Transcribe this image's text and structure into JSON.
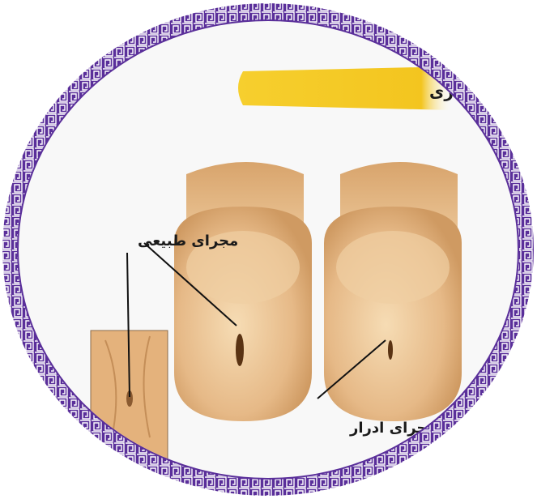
{
  "banner": {
    "text": "ری از تنگی مجاری ادراری"
  },
  "labels": {
    "normal": "مجرای طبیعی",
    "stricture": "تنگی مجرای ادرار"
  },
  "colors": {
    "frame": "#5a2f9a",
    "frame_light": "#ffffff",
    "banner_yellow": "#f3c51f",
    "skin_light": "#f2d2a8",
    "skin_mid": "#e0b07a",
    "skin_dark": "#c9935a",
    "background": "#f7f7f7"
  }
}
